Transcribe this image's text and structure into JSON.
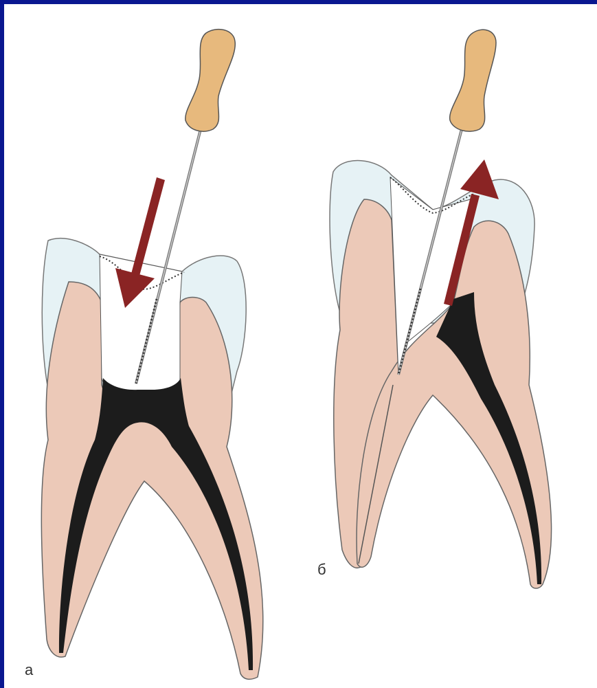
{
  "labels": {
    "panel_a": "а",
    "panel_b": "б"
  },
  "colors": {
    "border": "#0a1890",
    "enamel": "#e6f2f5",
    "dentin": "#ecc9b8",
    "dentin_shade": "#e2b8a4",
    "pulp": "#1c1c1c",
    "handle": "#e7b97d",
    "arrow": "#8a2424",
    "outline": "#555555"
  },
  "arrows": [
    {
      "panel": "a",
      "direction": "down"
    },
    {
      "panel": "b",
      "direction": "up"
    }
  ]
}
